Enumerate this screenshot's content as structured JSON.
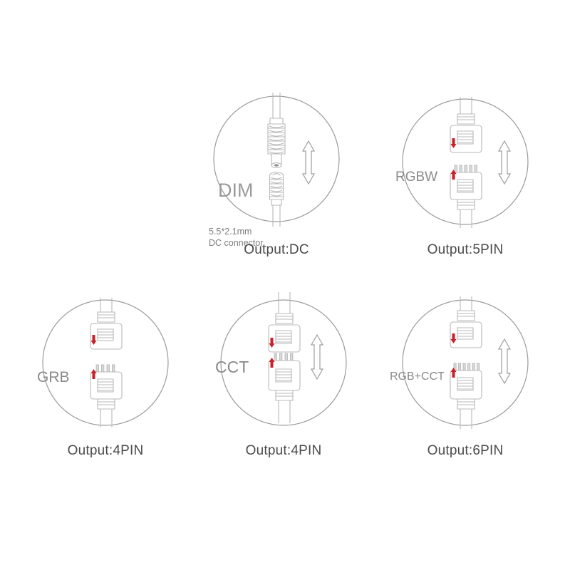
{
  "diagram": {
    "title_visible": false,
    "background": "#ffffff",
    "stroke_color": "#b9b9b9",
    "circle_stroke": "#9b9b9b",
    "marker_color": "#c9202a",
    "caption_color": "#4a4a4a",
    "label_color": "#8a8a8a"
  },
  "units": [
    {
      "id": "dc",
      "type_label": "DIM",
      "note_line1": "5.5*2.1mm",
      "note_line2": "DC connector",
      "caption": "Output:DC",
      "connector_style": "barrel",
      "pin_count": 0,
      "has_direction_arrow": true,
      "has_red_markers": false
    },
    {
      "id": "rgbw",
      "type_label": "RGBW",
      "note_line1": "",
      "note_line2": "",
      "caption": "Output:5PIN",
      "connector_style": "block",
      "pin_count": 5,
      "has_direction_arrow": true,
      "has_red_markers": true
    },
    {
      "id": "grb",
      "type_label": "GRB",
      "note_line1": "",
      "note_line2": "",
      "caption": "Output:4PIN",
      "connector_style": "block",
      "pin_count": 4,
      "has_direction_arrow": false,
      "has_red_markers": true
    },
    {
      "id": "cct",
      "type_label": "CCT",
      "note_line1": "",
      "note_line2": "",
      "caption": "Output:4PIN",
      "connector_style": "block",
      "pin_count": 4,
      "has_direction_arrow": true,
      "has_red_markers": true
    },
    {
      "id": "rgbcct",
      "type_label": "RGB+CCT",
      "note_line1": "",
      "note_line2": "",
      "caption": "Output:6PIN",
      "connector_style": "block",
      "pin_count": 6,
      "has_direction_arrow": true,
      "has_red_markers": true
    }
  ]
}
